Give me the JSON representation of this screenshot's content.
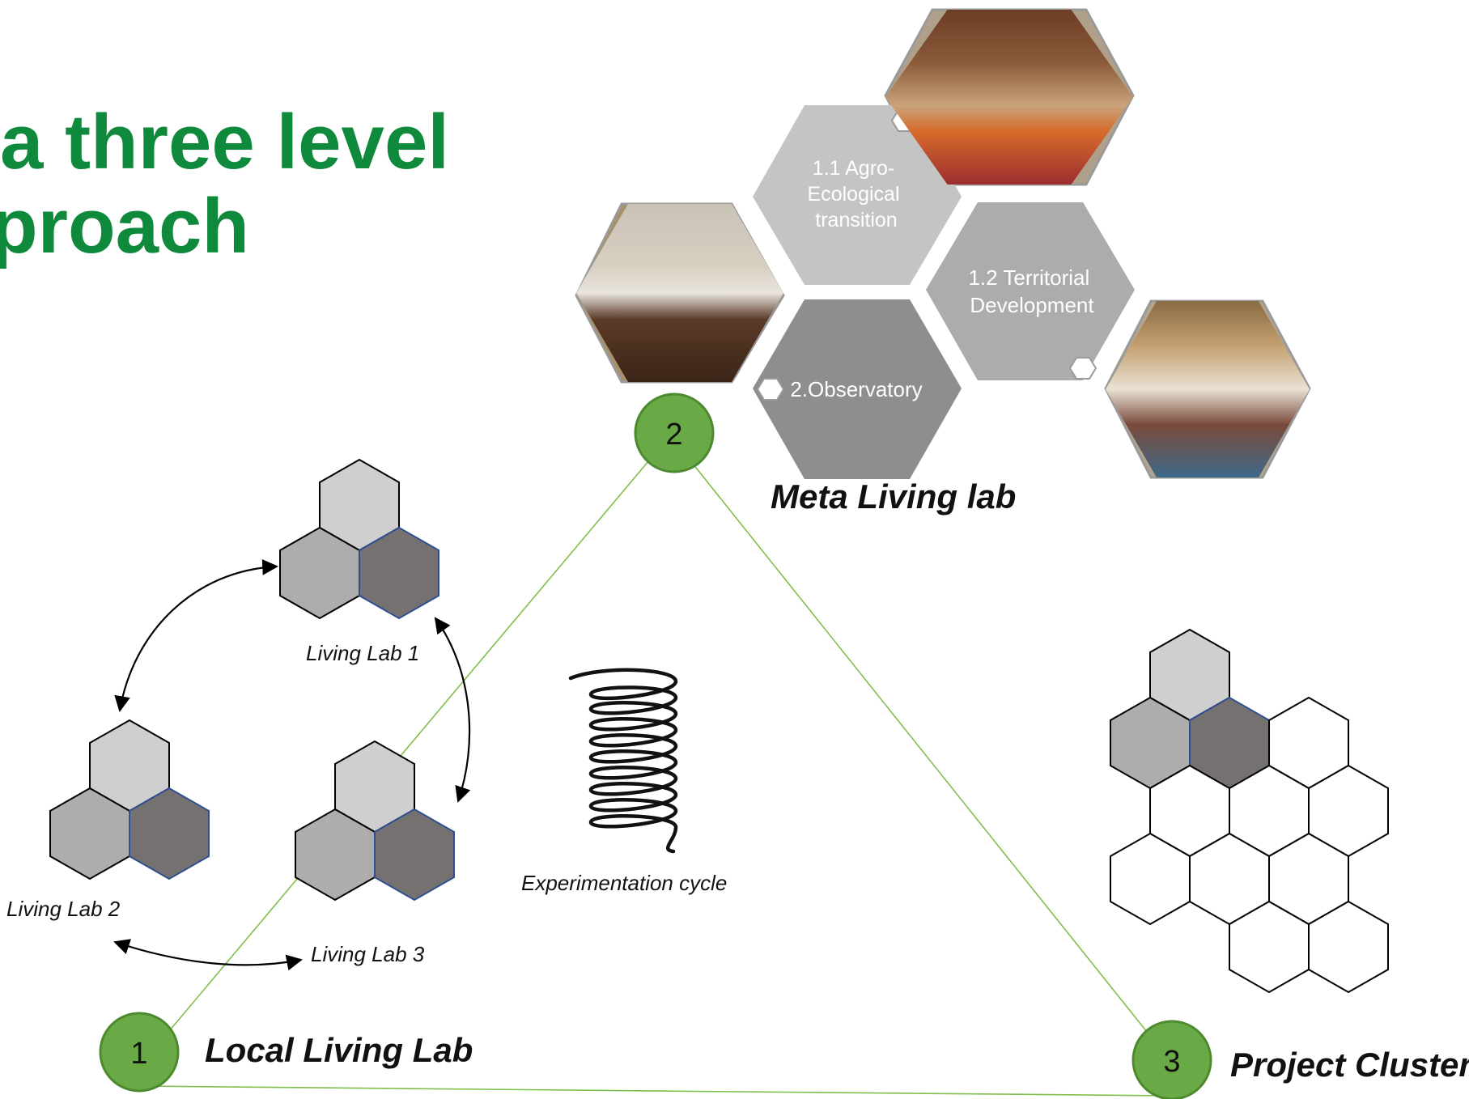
{
  "title": {
    "line1": "a three level",
    "line2": "proach"
  },
  "meta_living_lab": {
    "label": "Meta Living lab",
    "hexes": {
      "agro": "1.1 Agro-\nEcological\ntransition",
      "territorial": "1.2 Territorial\nDevelopment",
      "observatory": "2.Observatory"
    }
  },
  "levels": {
    "one": {
      "number": "1",
      "label": "Local Living Lab"
    },
    "two": {
      "number": "2"
    },
    "three": {
      "number": "3",
      "label": "Project Cluster"
    }
  },
  "living_labs": {
    "lab1": "Living Lab 1",
    "lab2": "Living Lab 2",
    "lab3": "Living Lab 3"
  },
  "experimentation": {
    "label": "Experimentation cycle"
  },
  "colors": {
    "title_green": "#0f8a3c",
    "node_fill": "#6aaa46",
    "node_stroke": "#4d8a2f",
    "triangle_line": "#7fbf4d",
    "hex_light": "#d0cfd0",
    "hex_mid": "#aeacac",
    "hex_dark": "#767171"
  }
}
